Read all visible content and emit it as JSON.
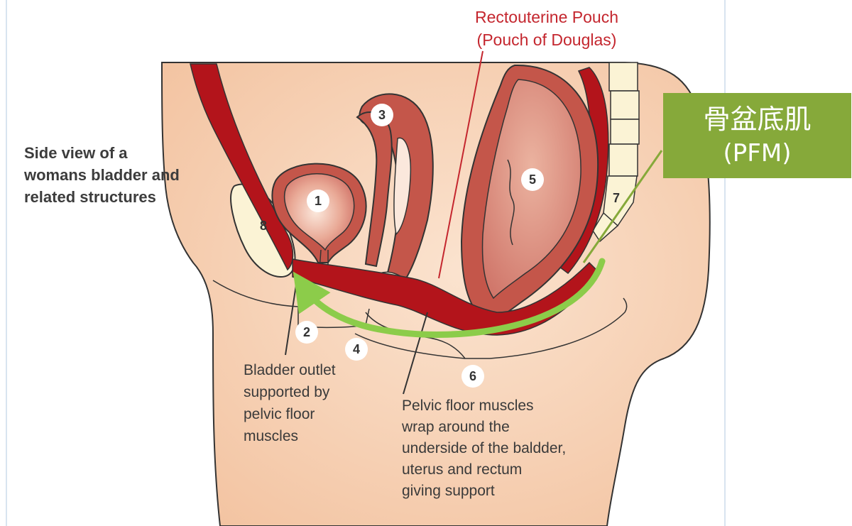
{
  "title": "Side view of a womans bladder and related structures",
  "pouch": {
    "line1": "Rectouterine Pouch",
    "line2": "(Pouch of Douglas)"
  },
  "outlet_label": [
    "Bladder outlet",
    "supported by",
    "pelvic floor",
    "muscles"
  ],
  "wrap_label": [
    "Pelvic floor muscles",
    "wrap around the",
    "underside of the baldder,",
    "uterus and rectum",
    "giving support"
  ],
  "pfm_box": {
    "line1": "骨盆底肌",
    "line2": "(PFM)"
  },
  "numbers": {
    "n1": "1",
    "n2": "2",
    "n3": "3",
    "n4": "4",
    "n5": "5",
    "n6": "6",
    "n7": "7",
    "n8": "8"
  },
  "colors": {
    "muscle": "#b3141b",
    "organ": "#c4564a",
    "organ_light": "#e8a18e",
    "skin": "#f7d3b8",
    "bone": "#fbf3d5",
    "arrow": "#8ccc4a",
    "pfm_box": "#86a93a",
    "pouch_text": "#c4262e"
  }
}
